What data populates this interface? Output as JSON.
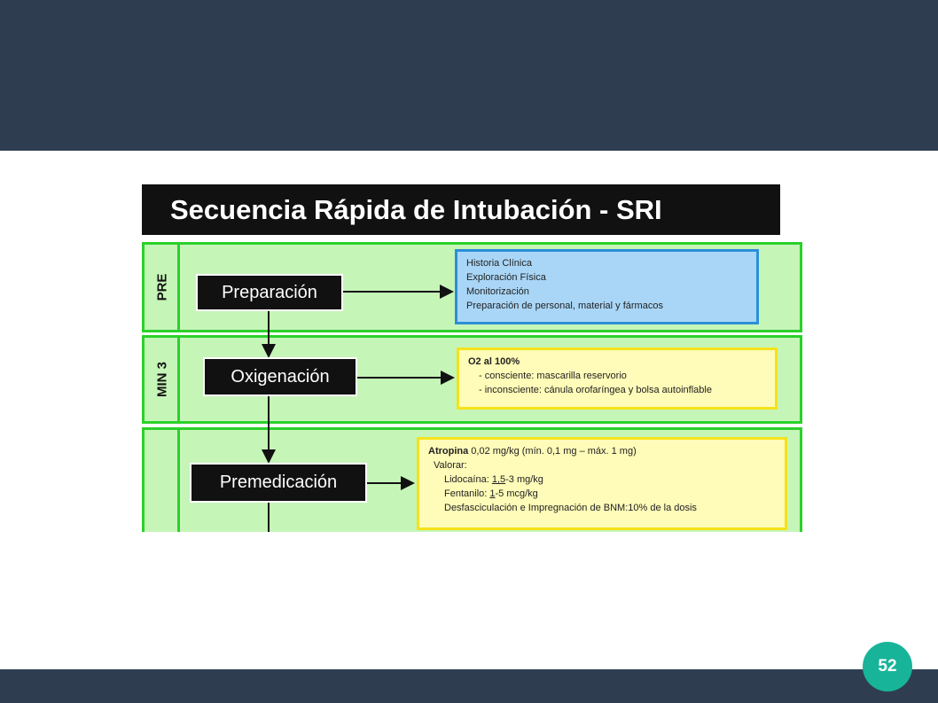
{
  "slide": {
    "page_number": "52"
  },
  "diagram": {
    "title": "Secuencia Rápida de Intubación - SRI",
    "sections": [
      {
        "label": "PRE",
        "step": "Preparación"
      },
      {
        "label": "MIN 3",
        "step": "Oxigenación"
      },
      {
        "label": "",
        "step": "Premedicación"
      }
    ],
    "pre_info": {
      "line1": "Historia Clínica",
      "line2": "Exploración Física",
      "line3": "Monitorización",
      "line4": "Preparación de personal, material y fármacos"
    },
    "oxy_info": {
      "line1": "O2 al 100%",
      "line2": "- consciente: mascarilla reservorio",
      "line3": "- inconsciente: cánula orofaríngea y  bolsa autoinflable"
    },
    "premed_info": {
      "drug": "Atropina",
      "dose": " 0,02 mg/kg (mín. 0,1 mg – máx. 1 mg)",
      "valorar": "Valorar:",
      "lido_name": "Lidocaína: ",
      "lido_u": "1,5",
      "lido_rest": "-3 mg/kg",
      "fenta_name": "Fentanilo: ",
      "fenta_u": "1",
      "fenta_rest": "-5 mcg/kg",
      "desfas": "Desfasciculación e Impregnación de BNM:10% de la dosis"
    }
  },
  "colors": {
    "header_bar": "#2e3e50",
    "page_badge": "#18b49a",
    "section_fill": "#c6f5b8",
    "section_border": "#2bd12b",
    "blue_box": "#a9d6f7",
    "yellow_box": "#fffbb8"
  }
}
